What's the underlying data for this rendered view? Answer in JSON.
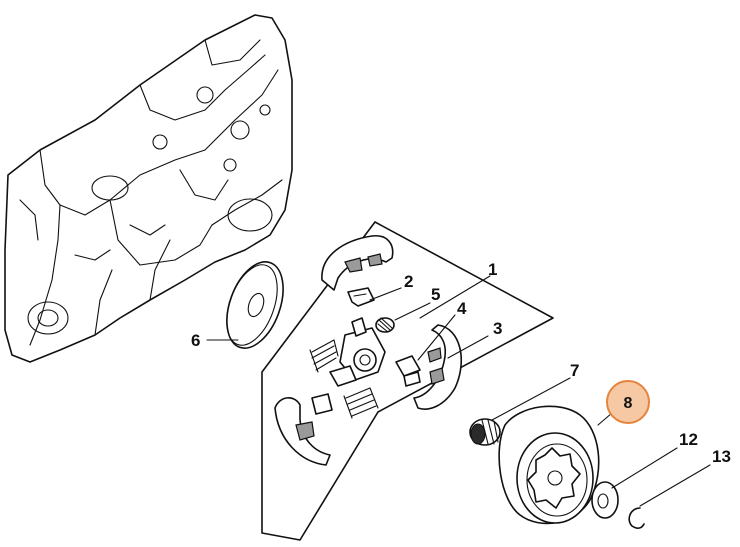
{
  "diagram": {
    "labels": {
      "p1": "1",
      "p2": "2",
      "p3": "3",
      "p4": "4",
      "p5": "5",
      "p6": "6",
      "p7": "7",
      "p8": "8",
      "p12": "12",
      "p13": "13"
    },
    "highlighted_part": "8",
    "colors": {
      "highlight_fill": "#f6c9a4",
      "highlight_stroke": "#e5843c",
      "line": "#111111"
    }
  }
}
